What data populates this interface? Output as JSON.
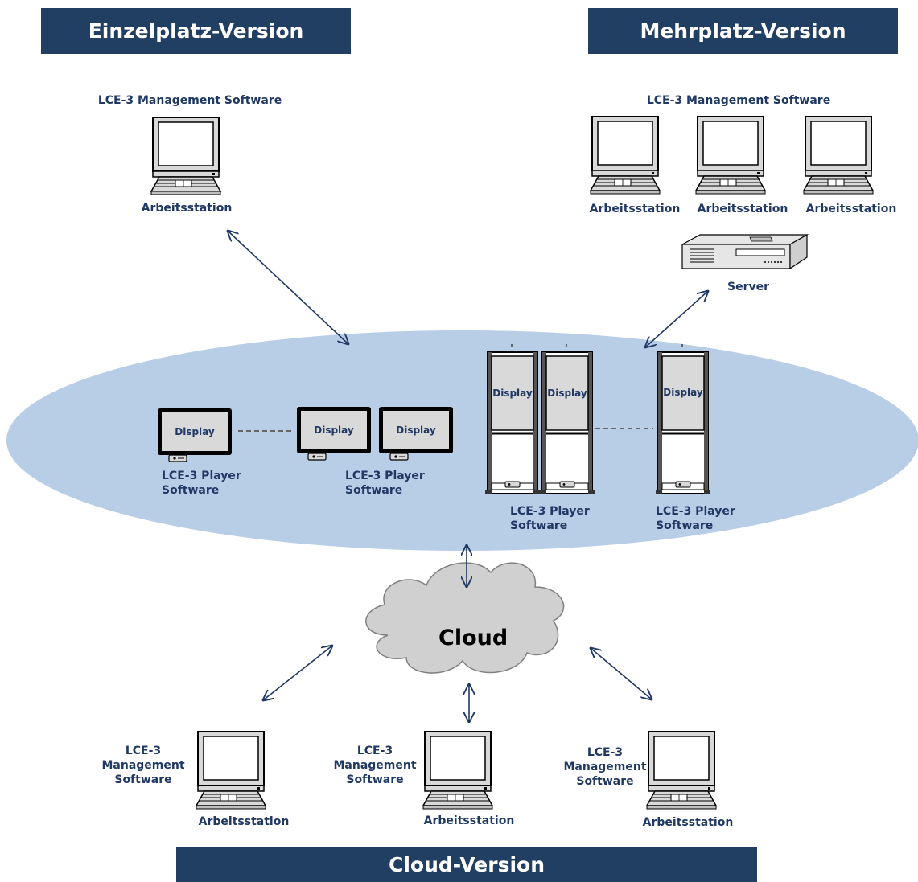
{
  "colors": {
    "banner": "#213e63",
    "label": "#1f3864",
    "network": "#b8cde6",
    "cloud": "#d0d0d0",
    "arrow": "#1f3864"
  },
  "banners": {
    "einzelplatz": "Einzelplatz-Version",
    "mehrplatz": "Mehrplatz-Version",
    "cloud": "Cloud-Version"
  },
  "einzelplatz": {
    "software_label": "LCE-3 Management Software",
    "workstation_label": "Arbeitsstation",
    "icon": "laptop-icon"
  },
  "mehrplatz": {
    "software_label": "LCE-3 Management Software",
    "workstation_labels": [
      "Arbeitsstation",
      "Arbeitsstation",
      "Arbeitsstation"
    ],
    "server_label": "Server",
    "icons": [
      "laptop-icon",
      "server-icon"
    ]
  },
  "network": {
    "display_label": "Display",
    "player_labels": [
      [
        "LCE-3 Player",
        "Software"
      ],
      [
        "LCE-3 Player",
        "Software"
      ],
      [
        "LCE-3 Player",
        "Software"
      ],
      [
        "LCE-3 Player",
        "Software"
      ]
    ],
    "icons": [
      "monitor-icon",
      "kiosk-stele-icon"
    ]
  },
  "cloud": {
    "label": "Cloud",
    "icon": "cloud-icon",
    "clients": [
      {
        "software_lines": [
          "LCE-3",
          "Management",
          "Software"
        ],
        "workstation_label": "Arbeitsstation"
      },
      {
        "software_lines": [
          "LCE-3",
          "Management",
          "Software"
        ],
        "workstation_label": "Arbeitsstation"
      },
      {
        "software_lines": [
          "LCE-3",
          "Management",
          "Software"
        ],
        "workstation_label": "Arbeitsstation"
      }
    ]
  }
}
